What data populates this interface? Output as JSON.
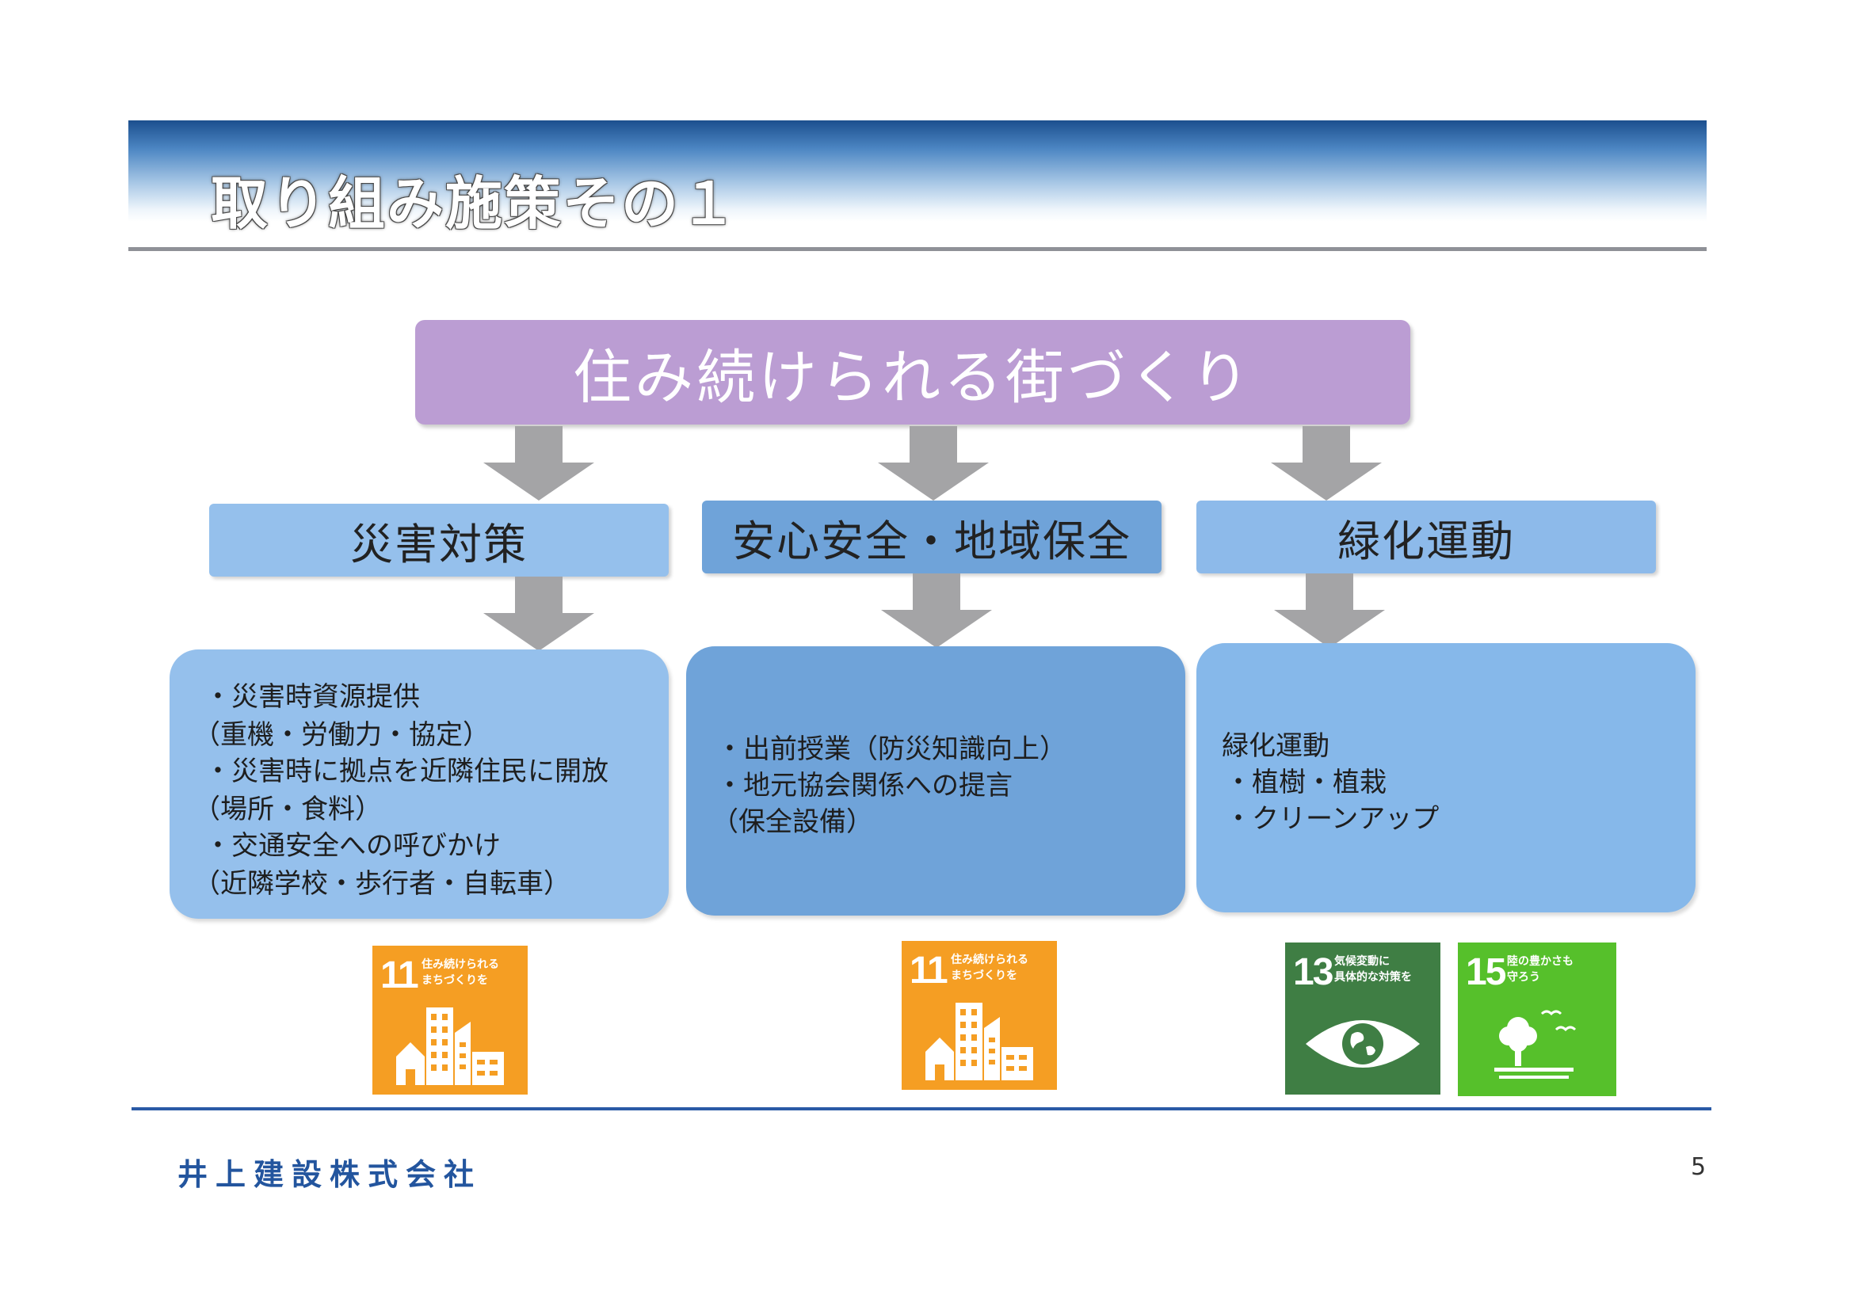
{
  "slide": {
    "title": "取り組み施策その１",
    "main_theme": "住み続けられる街づくり",
    "columns": [
      {
        "heading": "災害対策",
        "lines": [
          "・災害時資源提供",
          "（重機・労働力・協定）",
          "・災害時に拠点を近隣住民に開放",
          "（場所・食料）",
          "・交通安全への呼びかけ",
          "（近隣学校・歩行者・自転車）"
        ]
      },
      {
        "heading": "安心安全・地域保全",
        "lines": [
          "・出前授業（防災知識向上）",
          "・地元協会関係への提言",
          "（保全設備）"
        ]
      },
      {
        "heading": "緑化運動",
        "lines": [
          "緑化運動",
          "・植樹・植栽",
          "・クリーンアップ"
        ]
      }
    ],
    "sdg_icons": [
      {
        "number": "11",
        "text_line1": "住み続けられる",
        "text_line2": "まちづくりを",
        "color": "#f59e23",
        "icon": "city-icon"
      },
      {
        "number": "11",
        "text_line1": "住み続けられる",
        "text_line2": "まちづくりを",
        "color": "#f59e23",
        "icon": "city-icon"
      },
      {
        "number": "13",
        "text_line1": "気候変動に",
        "text_line2": "具体的な対策を",
        "color": "#3f7e44",
        "icon": "eye-globe-icon"
      },
      {
        "number": "15",
        "text_line1": "陸の豊かさも",
        "text_line2": "守ろう",
        "color": "#56c02b",
        "icon": "tree-birds-icon"
      }
    ]
  },
  "footer": {
    "company": "井上建設株式会社",
    "page_number": "5"
  },
  "colors": {
    "main_box": "#bb9dd3",
    "category_box_1": "#95c0ec",
    "category_box_2": "#6fa3d9",
    "category_box_3": "#8dbaea",
    "detail_box_1": "#95c0ec",
    "detail_box_2": "#6fa3d9",
    "detail_box_3": "#86b8ea",
    "arrow": "#a4a4a6",
    "footer_rule": "#2a5aa6",
    "company_text": "#23559e"
  }
}
